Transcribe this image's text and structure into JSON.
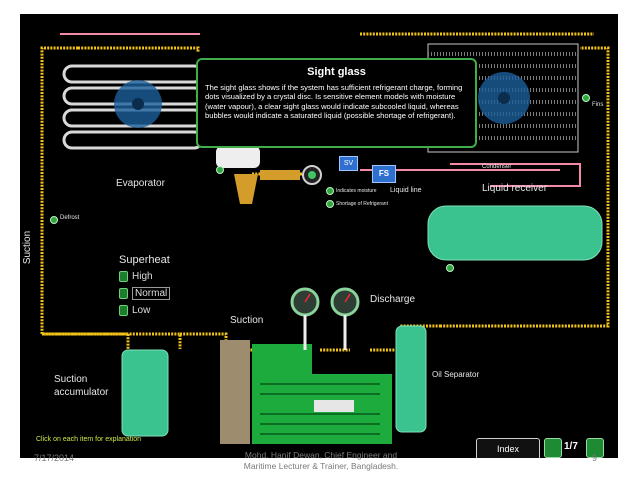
{
  "tooltip": {
    "title": "Sight glass",
    "body": "The sight glass shows if the system has sufficient refrigerant charge, forming dots visualized by a crystal disc. Is sensitive element models with moisture (water vapour), a clear sight glass would indicate subcooled liquid, whereas bubbles would indicate a saturated liquid (possible shortage of refrigerant)."
  },
  "labels": {
    "evaporator": "Evaporator",
    "defrost": "Defrost",
    "suction_vertical": "Suction",
    "suction_bottom": "Suction",
    "superheat": "Superheat",
    "discharge": "Discharge",
    "oil_separator": "Oil Separator",
    "suction_accumulator_1": "Suction",
    "suction_accumulator_2": "accumulator",
    "condenser": "Condenser",
    "fins": "Fins",
    "liquid_receiver": "Liquid receiver",
    "liquid_line": "Liquid line",
    "indicates_moisture": "Indicates moisture",
    "shortage_refrigerant": "Shortage of Refrigerant",
    "sv": "SV",
    "fs": "FS",
    "help": "Click on each item for explanation"
  },
  "superheat_options": [
    {
      "label": "High",
      "selected": false
    },
    {
      "label": "Normal",
      "selected": true
    },
    {
      "label": "Low",
      "selected": false
    }
  ],
  "nav": {
    "index": "Index",
    "page": "1/7"
  },
  "footer": {
    "date": "7/17/2014",
    "author_line1": "Mohd. Hanif Dewan, Chief Engineer and",
    "author_line2": "Maritime Lecturer & Trainer, Bangladesh.",
    "slide_number": "9"
  },
  "colors": {
    "background": "#000000",
    "pipe": "#f2c21a",
    "accent_green": "#3fae49",
    "vessel": "#3bc38f"
  }
}
